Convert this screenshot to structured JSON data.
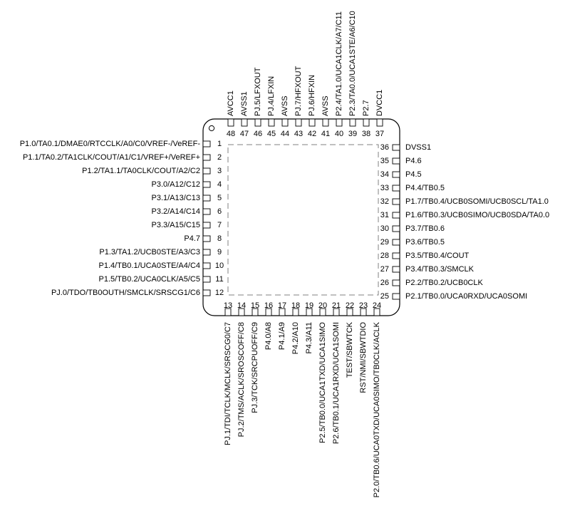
{
  "pins": {
    "left": [
      {
        "num": "1",
        "name": "P1.0/TA0.1/DMAE0/RTCCLK/A0/C0/VREF-/VeREF-"
      },
      {
        "num": "2",
        "name": "P1.1/TA0.2/TA1CLK/COUT/A1/C1/VREF+/VeREF+"
      },
      {
        "num": "3",
        "name": "P1.2/TA1.1/TA0CLK/COUT/A2/C2"
      },
      {
        "num": "4",
        "name": "P3.0/A12/C12"
      },
      {
        "num": "5",
        "name": "P3.1/A13/C13"
      },
      {
        "num": "6",
        "name": "P3.2/A14/C14"
      },
      {
        "num": "7",
        "name": "P3.3/A15/C15"
      },
      {
        "num": "8",
        "name": "P4.7"
      },
      {
        "num": "9",
        "name": "P1.3/TA1.2/UCB0STE/A3/C3"
      },
      {
        "num": "10",
        "name": "P1.4/TB0.1/UCA0STE/A4/C4"
      },
      {
        "num": "11",
        "name": "P1.5/TB0.2/UCA0CLK/A5/C5"
      },
      {
        "num": "12",
        "name": "PJ.0/TDO/TB0OUTH/SMCLK/SRSCG1/C6"
      }
    ],
    "bottom": [
      {
        "num": "13",
        "name": "PJ.1/TDI/TCLK/MCLK/SRSCG0/C7"
      },
      {
        "num": "14",
        "name": "PJ.2/TMS/ACLK/SROSCOFF/C8"
      },
      {
        "num": "15",
        "name": "PJ.3/TCK/SRCPUOFF/C9"
      },
      {
        "num": "16",
        "name": "P4.0/A8"
      },
      {
        "num": "17",
        "name": "P4.1/A9"
      },
      {
        "num": "18",
        "name": "P4.2/A10"
      },
      {
        "num": "19",
        "name": "P4.3/A11"
      },
      {
        "num": "20",
        "name": "P2.5/TB0.0/UCA1TXD/UCA1SIMO"
      },
      {
        "num": "21",
        "name": "P2.6/TB0.1/UCA1RXD/UCA1SOMI"
      },
      {
        "num": "22",
        "name": "TEST/SBWTCK"
      },
      {
        "num": "23",
        "name": "RST/NMI/SBWTDIO"
      },
      {
        "num": "24",
        "name": "P2.0/TB0.6/UCA0TXD/UCA0SIMO/TB0CLK/ACLK"
      }
    ],
    "right": [
      {
        "num": "25",
        "name": "P2.1/TB0.0/UCA0RXD/UCA0SOMI"
      },
      {
        "num": "26",
        "name": "P2.2/TB0.2/UCB0CLK"
      },
      {
        "num": "27",
        "name": "P3.4/TB0.3/SMCLK"
      },
      {
        "num": "28",
        "name": "P3.5/TB0.4/COUT"
      },
      {
        "num": "29",
        "name": "P3.6/TB0.5"
      },
      {
        "num": "30",
        "name": "P3.7/TB0.6"
      },
      {
        "num": "31",
        "name": "P1.6/TB0.3/UCB0SIMO/UCB0SDA/TA0.0"
      },
      {
        "num": "32",
        "name": "P1.7/TB0.4/UCB0SOMI/UCB0SCL/TA1.0"
      },
      {
        "num": "33",
        "name": "P4.4/TB0.5"
      },
      {
        "num": "34",
        "name": "P4.5"
      },
      {
        "num": "35",
        "name": "P4.6"
      },
      {
        "num": "36",
        "name": "DVSS1"
      }
    ],
    "top": [
      {
        "num": "37",
        "name": "DVCC1"
      },
      {
        "num": "38",
        "name": "P2.7"
      },
      {
        "num": "39",
        "name": "P2.3/TA0.0/UCA1STE/A6/C10"
      },
      {
        "num": "40",
        "name": "P2.4/TA1.0/UCA1CLK/A7/C11"
      },
      {
        "num": "41",
        "name": "AVSS"
      },
      {
        "num": "42",
        "name": "PJ.6/HFXIN"
      },
      {
        "num": "43",
        "name": "PJ.7/HFXOUT"
      },
      {
        "num": "44",
        "name": "AVSS"
      },
      {
        "num": "45",
        "name": "PJ.4/LFXIN"
      },
      {
        "num": "46",
        "name": "PJ.5/LFXOUT"
      },
      {
        "num": "47",
        "name": "AVSS1"
      },
      {
        "num": "48",
        "name": "AVCC1"
      }
    ]
  }
}
